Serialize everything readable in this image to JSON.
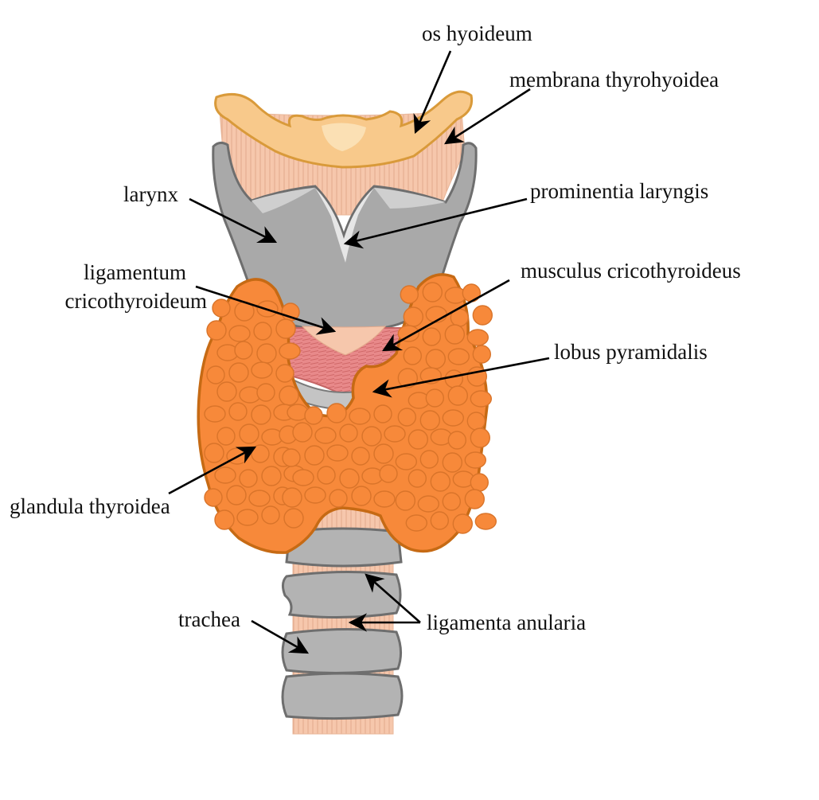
{
  "labels": {
    "os_hyoideum": "os hyoideum",
    "membrana_thyrohyoidea": "membrana thyrohyoidea",
    "larynx": "larynx",
    "prominentia_laryngis": "prominentia laryngis",
    "ligamentum_line1": "ligamentum",
    "ligamentum_line2": "cricothyroideum",
    "musculus_cricothyroideus": "musculus cricothyroideus",
    "lobus_pyramidalis": "lobus pyramidalis",
    "glandula_thyroidea": "glandula thyroidea",
    "trachea": "trachea",
    "ligamenta_anularia": "ligamenta anularia"
  },
  "colors": {
    "thyroid_fill": "#f7893a",
    "thyroid_outline": "#c66a14",
    "cartilage_fill": "#a9a9a9",
    "cartilage_outline": "#6e6e6e",
    "hyoid_fill": "#f8c98b",
    "hyoid_outline": "#d99a3a",
    "membrane_fill": "#f6c7ac",
    "muscle_fill": "#e8898a",
    "text": "#111111"
  }
}
